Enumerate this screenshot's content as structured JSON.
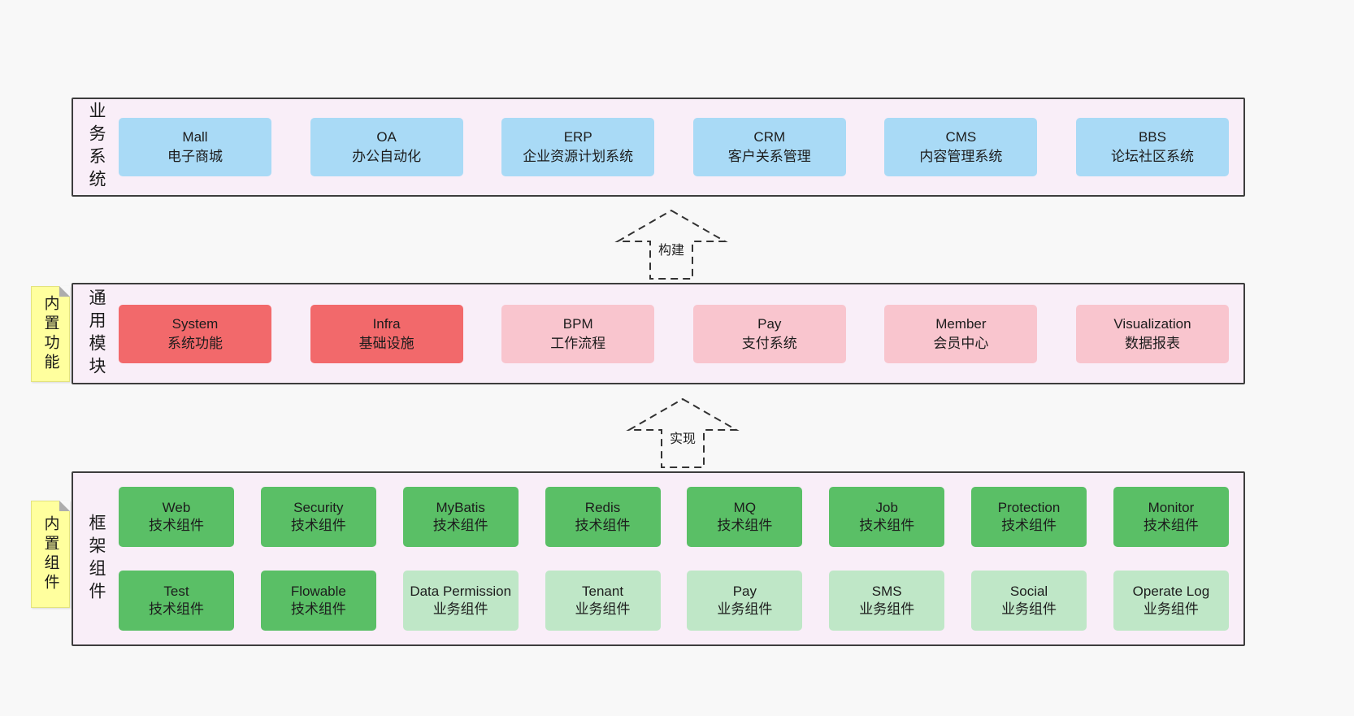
{
  "colors": {
    "page_bg": "#f8f8f8",
    "panel_bg": "#f9eef8",
    "panel_border": "#3d3d3d",
    "blue": "#a9daf6",
    "red": "#f2696b",
    "pink": "#f9c5ce",
    "green": "#5abf66",
    "light_green": "#bfe7c7",
    "sticky_yellow": "#ffff9e",
    "text": "#1c1c1c"
  },
  "sections": [
    {
      "label": "业务系统",
      "boxes": [
        {
          "title": "Mall",
          "subtitle": "电子商城"
        },
        {
          "title": "OA",
          "subtitle": "办公自动化"
        },
        {
          "title": "ERP",
          "subtitle": "企业资源计划系统"
        },
        {
          "title": "CRM",
          "subtitle": "客户关系管理"
        },
        {
          "title": "CMS",
          "subtitle": "内容管理系统"
        },
        {
          "title": "BBS",
          "subtitle": "论坛社区系统"
        }
      ]
    },
    {
      "label": "通用模块",
      "sticky": "内置功能",
      "boxes": [
        {
          "title": "System",
          "subtitle": "系统功能"
        },
        {
          "title": "Infra",
          "subtitle": "基础设施"
        },
        {
          "title": "BPM",
          "subtitle": "工作流程"
        },
        {
          "title": "Pay",
          "subtitle": "支付系统"
        },
        {
          "title": "Member",
          "subtitle": "会员中心"
        },
        {
          "title": "Visualization",
          "subtitle": "数据报表"
        }
      ]
    },
    {
      "label": "框架组件",
      "sticky": "内置组件",
      "rows": [
        [
          {
            "title": "Web",
            "subtitle": "技术组件"
          },
          {
            "title": "Security",
            "subtitle": "技术组件"
          },
          {
            "title": "MyBatis",
            "subtitle": "技术组件"
          },
          {
            "title": "Redis",
            "subtitle": "技术组件"
          },
          {
            "title": "MQ",
            "subtitle": "技术组件"
          },
          {
            "title": "Job",
            "subtitle": "技术组件"
          },
          {
            "title": "Protection",
            "subtitle": "技术组件"
          },
          {
            "title": "Monitor",
            "subtitle": "技术组件"
          }
        ],
        [
          {
            "title": "Test",
            "subtitle": "技术组件"
          },
          {
            "title": "Flowable",
            "subtitle": "技术组件"
          },
          {
            "title": "Data Permission",
            "subtitle": "业务组件"
          },
          {
            "title": "Tenant",
            "subtitle": "业务组件"
          },
          {
            "title": "Pay",
            "subtitle": "业务组件"
          },
          {
            "title": "SMS",
            "subtitle": "业务组件"
          },
          {
            "title": "Social",
            "subtitle": "业务组件"
          },
          {
            "title": "Operate Log",
            "subtitle": "业务组件"
          }
        ]
      ]
    }
  ],
  "arrows": [
    {
      "label": "构建"
    },
    {
      "label": "实现"
    }
  ]
}
